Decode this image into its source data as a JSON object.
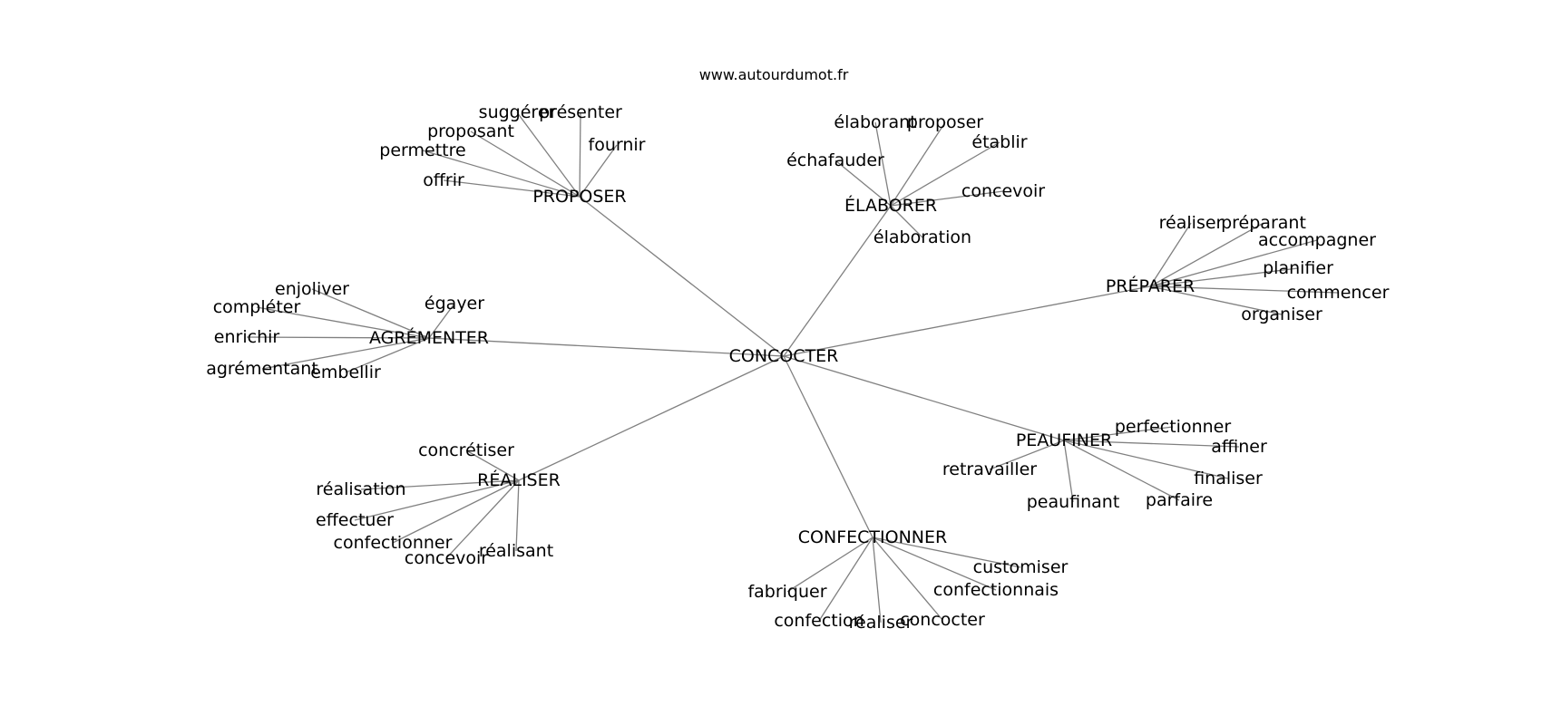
{
  "site_title": "www.autourdumot.fr",
  "edge_color": "#808080",
  "text_color": "#000000",
  "center": {
    "label": "CONCOCTER"
  },
  "groups": [
    {
      "label": "PROPOSER",
      "children": [
        "suggérer",
        "présenter",
        "proposant",
        "fournir",
        "permettre",
        "offrir"
      ]
    },
    {
      "label": "ÉLABORER",
      "children": [
        "élaborant",
        "proposer",
        "établir",
        "échafauder",
        "concevoir",
        "élaboration"
      ]
    },
    {
      "label": "PRÉPARER",
      "children": [
        "réaliser",
        "préparant",
        "accompagner",
        "planifier",
        "commencer",
        "organiser"
      ]
    },
    {
      "label": "AGRÉMENTER",
      "children": [
        "enjoliver",
        "égayer",
        "compléter",
        "enrichir",
        "agrémentant",
        "embellir"
      ]
    },
    {
      "label": "PEAUFINER",
      "children": [
        "perfectionner",
        "affiner",
        "retravailler",
        "finaliser",
        "parfaire",
        "peaufinant"
      ]
    },
    {
      "label": "RÉALISER",
      "children": [
        "concrétiser",
        "réalisation",
        "effectuer",
        "confectionner",
        "concevoir",
        "réalisant"
      ]
    },
    {
      "label": "CONFECTIONNER",
      "children": [
        "customiser",
        "fabriquer",
        "confectionnais",
        "confection",
        "réaliser",
        "concocter"
      ]
    }
  ]
}
